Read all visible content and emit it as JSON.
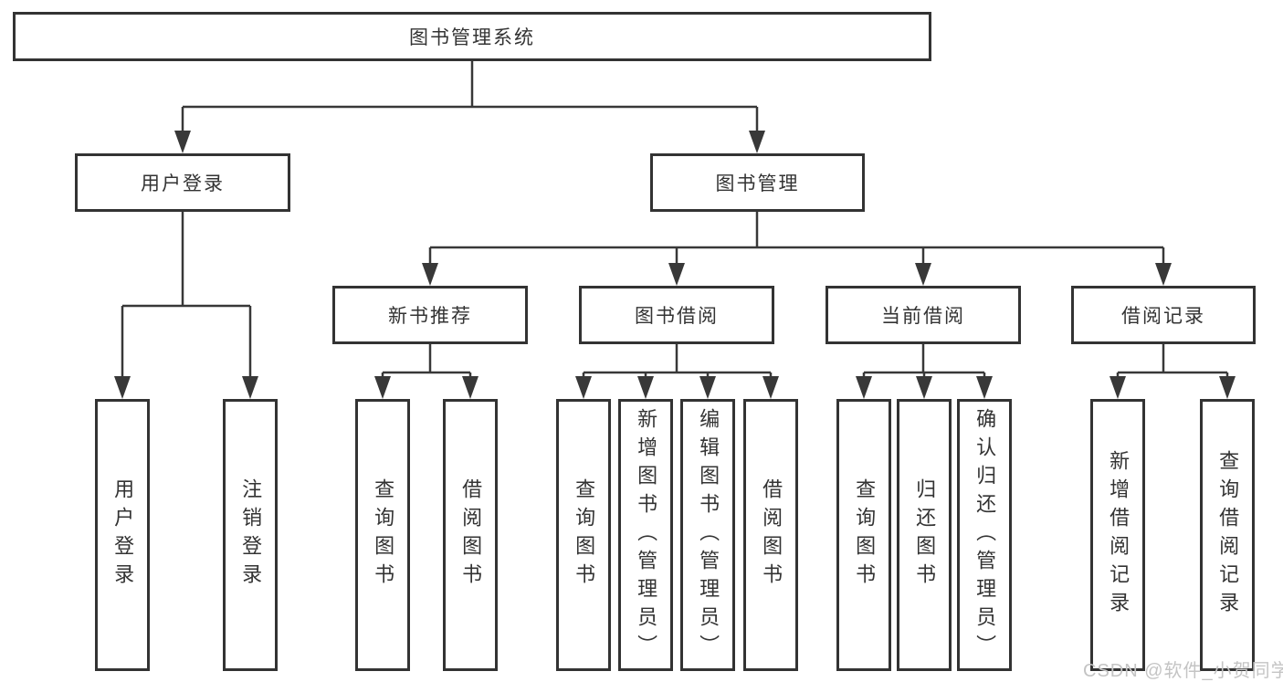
{
  "diagram": {
    "root": {
      "label": "图书管理系统"
    },
    "level2": [
      {
        "label": "用户登录"
      },
      {
        "label": "图书管理"
      }
    ],
    "level3": [
      {
        "label": "新书推荐"
      },
      {
        "label": "图书借阅"
      },
      {
        "label": "当前借阅"
      },
      {
        "label": "借阅记录"
      }
    ],
    "leaves": [
      {
        "label": "用户登录"
      },
      {
        "label": "注销登录"
      },
      {
        "label": "查询图书"
      },
      {
        "label": "借阅图书"
      },
      {
        "label": "查询图书"
      },
      {
        "label": "新增图书（管理员）"
      },
      {
        "label": "编辑图书（管理员）"
      },
      {
        "label": "借阅图书"
      },
      {
        "label": "查询图书"
      },
      {
        "label": "归还图书"
      },
      {
        "label": "确认归还（管理员）"
      },
      {
        "label": "新增借阅记录"
      },
      {
        "label": "查询借阅记录"
      }
    ],
    "colors": {
      "line": "#383838",
      "box_border": "#333333",
      "text": "#333333",
      "background": "#ffffff",
      "watermark": "#c4c4c4"
    }
  },
  "watermark": {
    "text": "CSDN @软件_小贺同学"
  }
}
